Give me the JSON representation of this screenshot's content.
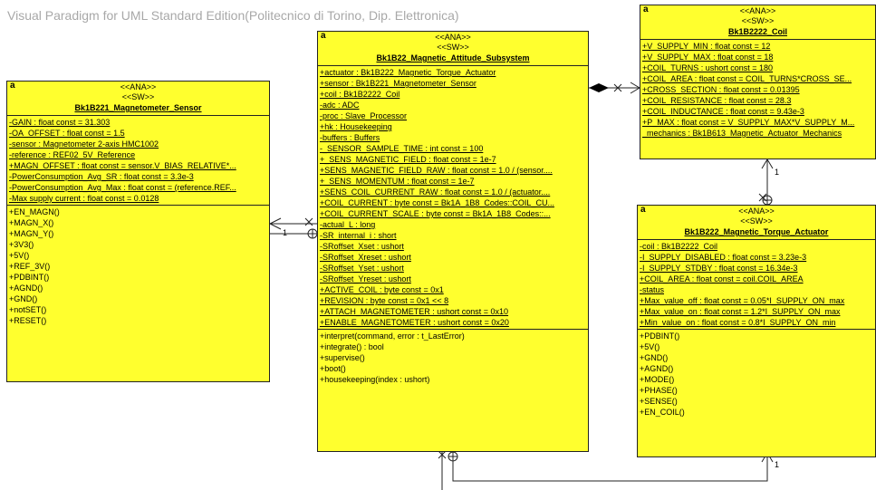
{
  "app_title": "Visual Paradigm for UML Standard Edition(Politecnico di Torino, Dip. Elettronica)",
  "corner_mark": "a",
  "classes": {
    "sensor": {
      "stereo1": "<<ANA>>",
      "stereo2": "<<SW>>",
      "name": "Bk1B221_Magnetometer_Sensor",
      "attributes": [
        "-GAIN : float const = 31.303",
        "-OA_OFFSET : float const = 1.5",
        "-sensor : Magnetometer 2-axis HMC1002",
        "-reference : REF02_5V_Reference",
        "+MAGN_OFFSET : float const = sensor.V_BIAS_RELATIVE*...",
        "-PowerConsumption_Avg_SR : float const = 3.3e-3",
        "-PowerConsumption_Avg_Max : float const = (reference.REF...",
        "-Max supply current : float const = 0.0128"
      ],
      "operations": [
        "+EN_MAGN()",
        "+MAGN_X()",
        "+MAGN_Y()",
        "+3V3()",
        "+5V()",
        "+REF_3V()",
        "+PDBINT()",
        "+AGND()",
        "+GND()",
        "+notSET()",
        "+RESET()"
      ]
    },
    "subsystem": {
      "stereo1": "<<ANA>>",
      "stereo2": "<<SW>>",
      "name": "Bk1B22_Magnetic_Attitude_Subsystem",
      "attributes": [
        "+actuator : Bk1B222_Magnetic_Torque_Actuator",
        "+sensor : Bk1B221_Magnetometer_Sensor",
        "+coil : Bk1B2222_Coil",
        "-adc : ADC",
        "-proc : Slave_Processor",
        "+hk : Housekeeping",
        "-buffers : Buffers",
        "-_SENSOR_SAMPLE_TIME : int const = 100",
        "+_SENS_MAGNETIC_FIELD : float const = 1e-7",
        "+SENS_MAGNETIC_FIELD_RAW : float const = 1.0 / (sensor....",
        "+_SENS_MOMENTUM : float const = 1e-7",
        "+SENS_COIL_CURRENT_RAW : float const = 1.0 / (actuator....",
        "+COIL_CURRENT : byte const = Bk1A_1B8_Codes::COIL_CU...",
        "+COIL_CURRENT_SCALE : byte const = Bk1A_1B8_Codes::...",
        "-actual_L : long",
        "-SR_internal_i : short",
        "-SRoffset_Xset : ushort",
        "-SRoffset_Xreset : ushort",
        "-SRoffset_Yset : ushort",
        "-SRoffset_Yreset : ushort",
        "+ACTIVE_COIL : byte const = 0x1",
        "+REVISION : byte const = 0x1 << 8",
        "+ATTACH_MAGNETOMETER : ushort const = 0x10",
        "+ENABLE_MAGNETOMETER : ushort const = 0x20"
      ],
      "operations": [
        "+interpret(command, error : t_LastError)",
        "+integrate() : bool",
        "+supervise()",
        "+boot()",
        "+housekeeping(index : ushort)"
      ]
    },
    "coil": {
      "stereo1": "<<ANA>>",
      "stereo2": "<<SW>>",
      "name": "Bk1B2222_Coil",
      "attributes": [
        "+V_SUPPLY_MIN : float const = 12",
        "+V_SUPPLY_MAX : float const = 18",
        "+COIL_TURNS : ushort const = 180",
        "+COIL_AREA : float const = COIL_TURNS*CROSS_SE...",
        "+CROSS_SECTION : float const = 0.01395",
        "+COIL_RESISTANCE : float const = 28.3",
        "+COIL_INDUCTANCE : float const = 9.43e-3",
        "+P_MAX : float const = V_SUPPLY_MAX*V_SUPPLY_M...",
        "_mechanics : Bk1B613_Magnetic_Actuator_Mechanics"
      ],
      "operations": []
    },
    "actuator": {
      "stereo1": "<<ANA>>",
      "stereo2": "<<SW>>",
      "name": "Bk1B222_Magnetic_Torque_Actuator",
      "attributes": [
        "-coil : Bk1B2222_Coil",
        "-I_SUPPLY_DISABLED : float const = 3.23e-3",
        "-I_SUPPLY_STDBY : float const = 16.34e-3",
        "+COIL_AREA : float const = coil.COIL_AREA",
        "-status",
        "+Max_value_off : float const = 0.05*I_SUPPLY_ON_max",
        "+Max_value_on : float const = 1.2*I_SUPPLY_ON_max",
        "+Min_value_on : float const = 0.8*I_SUPPLY_ON_min"
      ],
      "operations": [
        "+PDBINT()",
        "+5V()",
        "+GND()",
        "+AGND()",
        "+MODE()",
        "+PHASE()",
        "+SENSE()",
        "+EN_COIL()"
      ]
    }
  },
  "multiplicities": {
    "sensor_assoc": "1",
    "coil_assoc": "1",
    "actuator_assoc": "1"
  }
}
